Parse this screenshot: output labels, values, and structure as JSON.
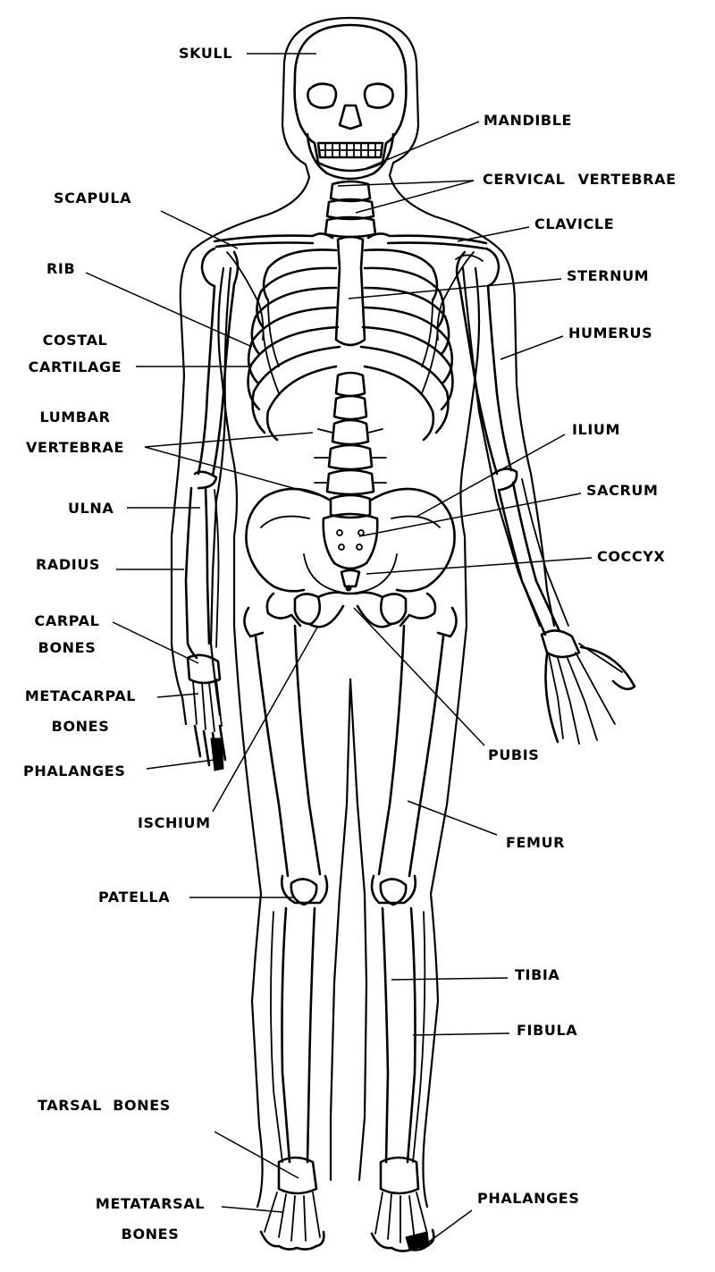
{
  "diagram": {
    "colors": {
      "ink": "#000000",
      "paper": "#ffffff"
    },
    "labels": {
      "skull": "SKULL",
      "mandible": "MANDIBLE",
      "cervical_vertebrae": "CERVICAL VERTEBRAE",
      "scapula": "SCAPULA",
      "clavicle": "CLAVICLE",
      "rib": "RIB",
      "sternum": "STERNUM",
      "costal_cartilage": [
        "COSTAL",
        "CARTILAGE"
      ],
      "humerus": "HUMERUS",
      "lumbar_vertebrae": [
        "LUMBAR",
        "VERTEBRAE"
      ],
      "ilium": "ILIUM",
      "ulna": "ULNA",
      "sacrum": "SACRUM",
      "radius": "RADIUS",
      "coccyx": "COCCYX",
      "carpal_bones": [
        "CARPAL",
        "BONES"
      ],
      "metacarpal_bones": [
        "METACARPAL",
        "BONES"
      ],
      "pubis": "PUBIS",
      "phalanges_hand": "PHALANGES",
      "ischium": "ISCHIUM",
      "femur": "FEMUR",
      "patella": "PATELLA",
      "tibia": "TIBIA",
      "fibula": "FIBULA",
      "tarsal_bones": "TARSAL BONES",
      "metatarsal_bones": [
        "METATARSAL",
        "BONES"
      ],
      "phalanges_foot": "PHALANGES"
    }
  }
}
